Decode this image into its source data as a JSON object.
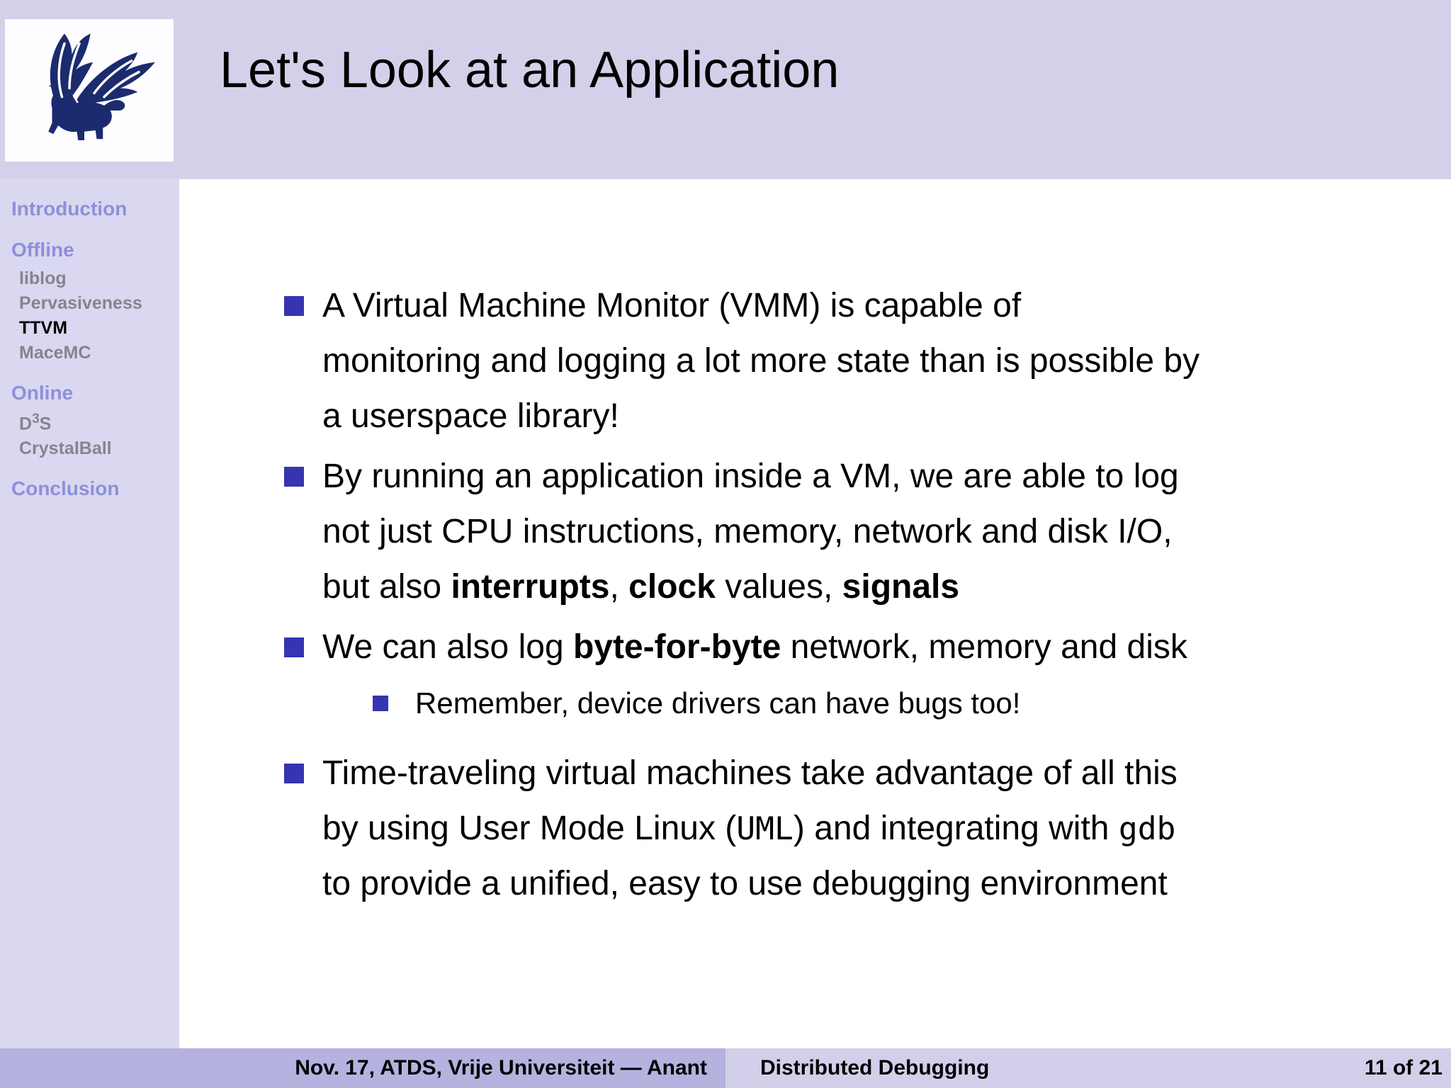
{
  "header": {
    "title": "Let's Look at an Application",
    "logo": "vu-griffin-logo"
  },
  "sidebar": {
    "items": [
      {
        "label": "Introduction",
        "type": "section"
      },
      {
        "label": "Offline",
        "type": "section"
      },
      {
        "label": "liblog",
        "type": "subsection"
      },
      {
        "label": "Pervasiveness",
        "type": "subsection"
      },
      {
        "label": "TTVM",
        "type": "subsection",
        "current": true
      },
      {
        "label": "MaceMC",
        "type": "subsection"
      },
      {
        "label": "Online",
        "type": "section"
      },
      {
        "label_pre": "D",
        "label_sup": "3",
        "label_post": "S",
        "type": "subsection"
      },
      {
        "label": "CrystalBall",
        "type": "subsection"
      },
      {
        "label": "Conclusion",
        "type": "section"
      }
    ]
  },
  "content": {
    "b1": {
      "l1": "A Virtual Machine Monitor (VMM) is capable of",
      "l2": "monitoring and logging a lot more state than is possible by",
      "l3": "a userspace library!"
    },
    "b2": {
      "l1": "By running an application inside a VM, we are able to log",
      "l2": "not just CPU instructions, memory, network and disk I/O,",
      "l3a": "but also ",
      "l3b": "interrupts",
      "l3c": ", ",
      "l3d": "clock",
      "l3e": " values, ",
      "l3f": "signals"
    },
    "b3": {
      "l1a": "We can also log ",
      "l1b": "byte-for-byte",
      "l1c": " network, memory and disk",
      "sub": "Remember, device drivers can have bugs too!"
    },
    "b4": {
      "l1": "Time-traveling virtual machines take advantage of all this",
      "l2a": "by using User Mode Linux (",
      "l2b": "UML",
      "l2c": ") and integrating with ",
      "l2d": "gdb",
      "l3": "to provide a unified, easy to use debugging environment"
    }
  },
  "footer": {
    "left": "Nov. 17, ATDS, Vrije Universiteit — Anant",
    "title": "Distributed Debugging",
    "page": "11 of 21"
  },
  "colors": {
    "header_band": "#d3d0ea",
    "sidebar_bg": "#dad8f0",
    "footer_left_bg": "#b5b2e0",
    "footer_right_bg": "#d2cfeb",
    "bullet": "#3634b1",
    "section_link": "#8d90d9",
    "subsection_link": "#85848e",
    "logo_navy": "#1c2b6e"
  }
}
